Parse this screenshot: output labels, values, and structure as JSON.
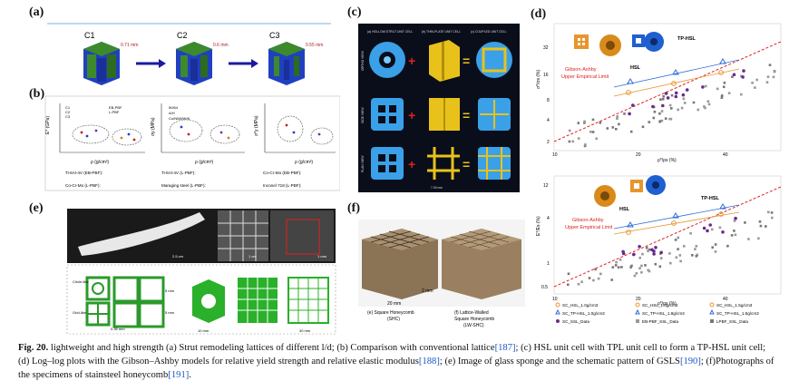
{
  "panels": {
    "a": {
      "label": "(a)",
      "cells": [
        "C1",
        "C2",
        "C3"
      ],
      "dims": [
        "0.71 mm",
        "0.71 mm",
        "0.6 mm",
        "0.6 mm",
        "0.55 mm",
        "0.55 mm"
      ]
    },
    "b": {
      "label": "(b)",
      "legend": {
        "row1": [
          "Ti-6Al-4V (EB-PBF):",
          "Ti-6Al-4V (L-PBF):",
          "Co-Cr-Mo (EB-PBF):"
        ],
        "row2": [
          "Co-Cr-Mo (L-PBF):",
          "Maraging steel (L-PBF):",
          "Inconel 718 (L-PBF):"
        ]
      },
      "axes": {
        "x": "ρ (g/cm³)",
        "y1": "E* (GPa)",
        "y2": "σy (MPa)",
        "y3": "σ*y (MPa)"
      },
      "box_legends": [
        [
          "C1",
          "C2",
          "C3",
          "EB-PBF",
          "L-PBF"
        ],
        [
          "50/64",
          "A/H",
          "Cu/Ni/M/W/N"
        ],
        []
      ]
    },
    "c": {
      "label": "(c)",
      "headers": [
        "(a) HOLLOW-STRUT UNIT CELL",
        "(b) THIN-PLATE UNIT CELL",
        "(c) COUPLED UNIT CELL"
      ],
      "side_labels": [
        "ORTHO VIEW",
        "SIDE VIEW",
        "PLAN VIEW"
      ],
      "scale": "7.00 mm",
      "plus": "+",
      "equals": "="
    },
    "d": {
      "label": "(d)",
      "top": {
        "ylabel": "σ*/σs (%)",
        "xlabel": "ρ*/ρs (%)",
        "yticks": [
          "32",
          "16",
          "8",
          "4",
          "2"
        ],
        "xticks": [
          "10",
          "20",
          "40"
        ],
        "ann_tp": "TP-HSL",
        "ann_hsl": "HSL",
        "ann_ga1": "Gibson-Ashby",
        "ann_ga2": "Upper Empirical Limit"
      },
      "bottom": {
        "ylabel": "E*/Es (%)",
        "xlabel": "ρ*/ρs (%)",
        "yticks": [
          "12",
          "4",
          "1",
          "0.5"
        ],
        "xticks": [
          "10",
          "20",
          "40"
        ],
        "ann_tp": "TP-HSL",
        "ann_hsl": "HSL",
        "ann_ga1": "Gibson-Ashby",
        "ann_ga2": "Upper Empirical Limit"
      },
      "legend": [
        [
          "SC_HSL_1.0g/cm3",
          "SC_HSL_1.8g/cm3",
          "SC_HSL_1.5g/cm3"
        ],
        [
          "SC_TP-HSL_1.0g/cm3",
          "SC_TP-HSL_1.8g/cm3",
          "SC_TP-HSL_1.5g/cm3"
        ],
        [
          "SC_SSL_Data",
          "EB-PBF_SSL_Data",
          "LPBF_SSL_Data"
        ]
      ],
      "colors": {
        "orange": "#e8952c",
        "blue": "#2f6fd6",
        "purple": "#6a2c8a",
        "gray": "#888888",
        "red": "#e02020"
      }
    },
    "e": {
      "label": "(e)",
      "scales": [
        "2.5 cm",
        "1 cm",
        "1 mm"
      ],
      "labels": [
        "Circle-like",
        "Grid-like",
        "5 mm",
        "5 mm",
        "0.35 mm",
        "10 mm",
        "30 mm"
      ]
    },
    "f": {
      "label": "(f)",
      "scale1": "20 mm",
      "scale2": "2 mm",
      "cap1": [
        "(e) Square Honeycomb",
        "(SHC)"
      ],
      "cap2": [
        "(f) Lattice-Walled",
        "Square Honeycomb",
        "(LW-SHC)"
      ]
    }
  },
  "caption": {
    "fig": "Fig. 20.",
    "t1": " lightweight and high strength (a) Strut remodeling lattices of different l/d; (b) Comparison with conventional lattice",
    "r1": "[187]",
    "t2": "; (c) HSL unit cell with TPL unit cell to form a TP-HSL unit cell; (d) Log–log plots with the Gibson–Ashby models for relative yield strength and relative elastic modulus",
    "r2": "[188]",
    "t3": "; (e) Image of glass sponge and the schematic pattern of GSLS",
    "r3": "[190]",
    "t4": "; (f)Photographs of the specimens of stainsteel honeycomb",
    "r4": "[191]",
    "t5": "."
  }
}
